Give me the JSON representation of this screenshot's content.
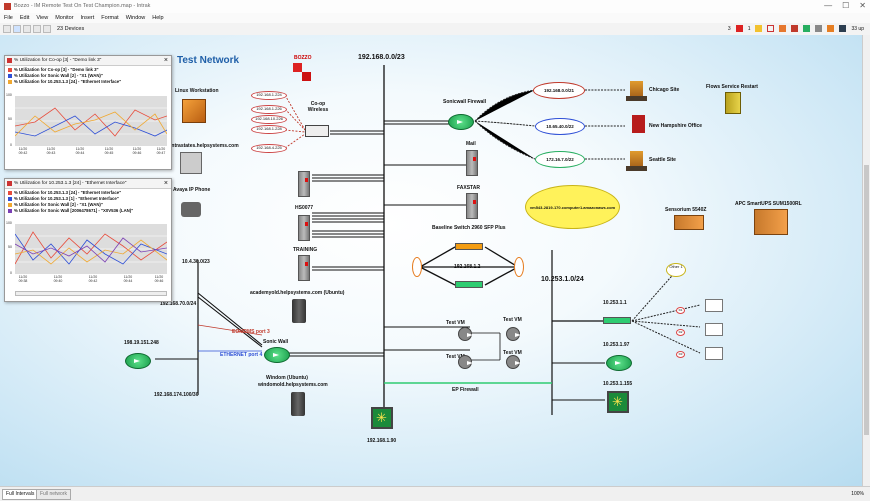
{
  "window": {
    "title": "Bozzo - IM Remote Test On Test Champion.map - Intrak",
    "minimize": "—",
    "maximize": "☐",
    "close": "✕"
  },
  "menu": [
    "File",
    "Edit",
    "View",
    "Monitor",
    "Insert",
    "Format",
    "Window",
    "Help"
  ],
  "toolbar": {
    "device_count": "23 Devices",
    "status_count_1": "3",
    "status_count_2": "1",
    "right_label": "33 up"
  },
  "map": {
    "title": "Test Network",
    "subnets": {
      "main": "192.168.0.0/23",
      "secondary": "10.253.1.0/24"
    },
    "labels": {
      "bozzo": "BOZZO",
      "coop_wireless": "Co-op Wireless",
      "linux_workstation": "Linux Workstation",
      "sonicwall_firewall": "Sonicwall Firewall",
      "chicago": "Chicago Site",
      "new_hampshire": "New Hampshire Office",
      "seattle": "Seattle Site",
      "flows": "Flows Service Restart",
      "mail": "Mail",
      "faxstar": "FAXSTAR",
      "baseline_switch": "Baseline Switch 2960 SFP Plus",
      "sensorium": "Sensorium 5540Z",
      "apc": "APC SmartUPS SUM1500RL",
      "hs0077": "HS0077",
      "training": "TRAINING",
      "ip_phone": "Avaya IP Phone",
      "host_a": "intrastates.helpsystems.com",
      "host_b": "academyold.helpsystems.com (Ubuntu)",
      "sonic_wall": "Sonic Wall",
      "windom": "Windom (Ubuntu)",
      "windom_host": "windomold.helpsystems.com",
      "link_a": "EOMRMS port 3",
      "link_b": "ETHERNET port 4",
      "ep_firewall": "EP Firewall",
      "test_vm_1": "Test VM",
      "test_vm_2": "Test VM",
      "test_vm_3": "Test VM",
      "test_vm_4": "Test VM",
      "ip_main_hub": "192.168.1.90",
      "ip_left_top": "10.4.36.0/23",
      "ip_left_mid": "192.168.70.0/24",
      "ip_left_router": "198.19.151.248",
      "ip_left_bottom": "192.168.174.100/30",
      "ip_sw_1": "10.253.1.1",
      "ip_sw_2": "10.253.1.97",
      "ip_sw_3": "10.253.1.155",
      "ring_center": "192.168.1.2",
      "cloud_chicago": "192.168.0.0/21",
      "cloud_nh": "10.65.40.0/22",
      "cloud_seattle": "172.16.7.0/22",
      "cloud_big": "vm543-2819-170.computer1.amazonaws.com",
      "wifi_clients": [
        "192.168.1.224",
        "192.168.1.226",
        "192.168.1.228",
        "192.168.4.225",
        "192.168.10.226"
      ],
      "other_badge": "Other 1",
      "small_badges": [
        "D1",
        "D2",
        "D3"
      ]
    }
  },
  "panel1": {
    "title": "% Utilization for Co-op [3] - \"Demo link 3\"",
    "legend": [
      {
        "text": "% Utilization for Co-op [3] - \"Demo link 3\"",
        "color": "#e74c3c"
      },
      {
        "text": "% Utilization for Sonic Wall [2] - \"X1 (WAN)\"",
        "color": "#2e4fd6"
      },
      {
        "text": "% Utilization for 10.253.1.3 [24] - \"Ethernet Interface\"",
        "color": "#f0a830"
      }
    ],
    "y_ticks": [
      "100",
      "50",
      "0"
    ],
    "x_ticks": [
      "11/20\n09:42",
      "11/20\n09:43",
      "11/20\n09:44",
      "11/20\n09:45",
      "11/20\n09:46",
      "11/20\n09:47"
    ]
  },
  "panel2": {
    "title": "% Utilization for 10.253.1.3 [24] - \"Ethernet Interface\"",
    "legend": [
      {
        "text": "% Utilization for 10.253.1.3 [24] - \"Ethernet Interface\"",
        "color": "#e74c3c"
      },
      {
        "text": "% Utilization for 10.253.1.3 [1] - \"Ethernet Interface\"",
        "color": "#2e4fd6"
      },
      {
        "text": "% Utilization for Sonic Wall [2] - \"X1 (WAN)\"",
        "color": "#f0a830"
      },
      {
        "text": "% Utilization for Sonic Wall [2006478671] - \"X0V536 (LAN)\"",
        "color": "#7b3fb5"
      }
    ],
    "y_ticks": [
      "100",
      "50",
      "0"
    ],
    "x_ticks": [
      "11/20\n09:38",
      "11/20\n09:40",
      "11/20\n09:42",
      "11/20\n09:44",
      "11/20\n09:46"
    ]
  },
  "status": {
    "tab1": "Full Intervals",
    "tab2": "Full network",
    "zoom": "100%"
  }
}
